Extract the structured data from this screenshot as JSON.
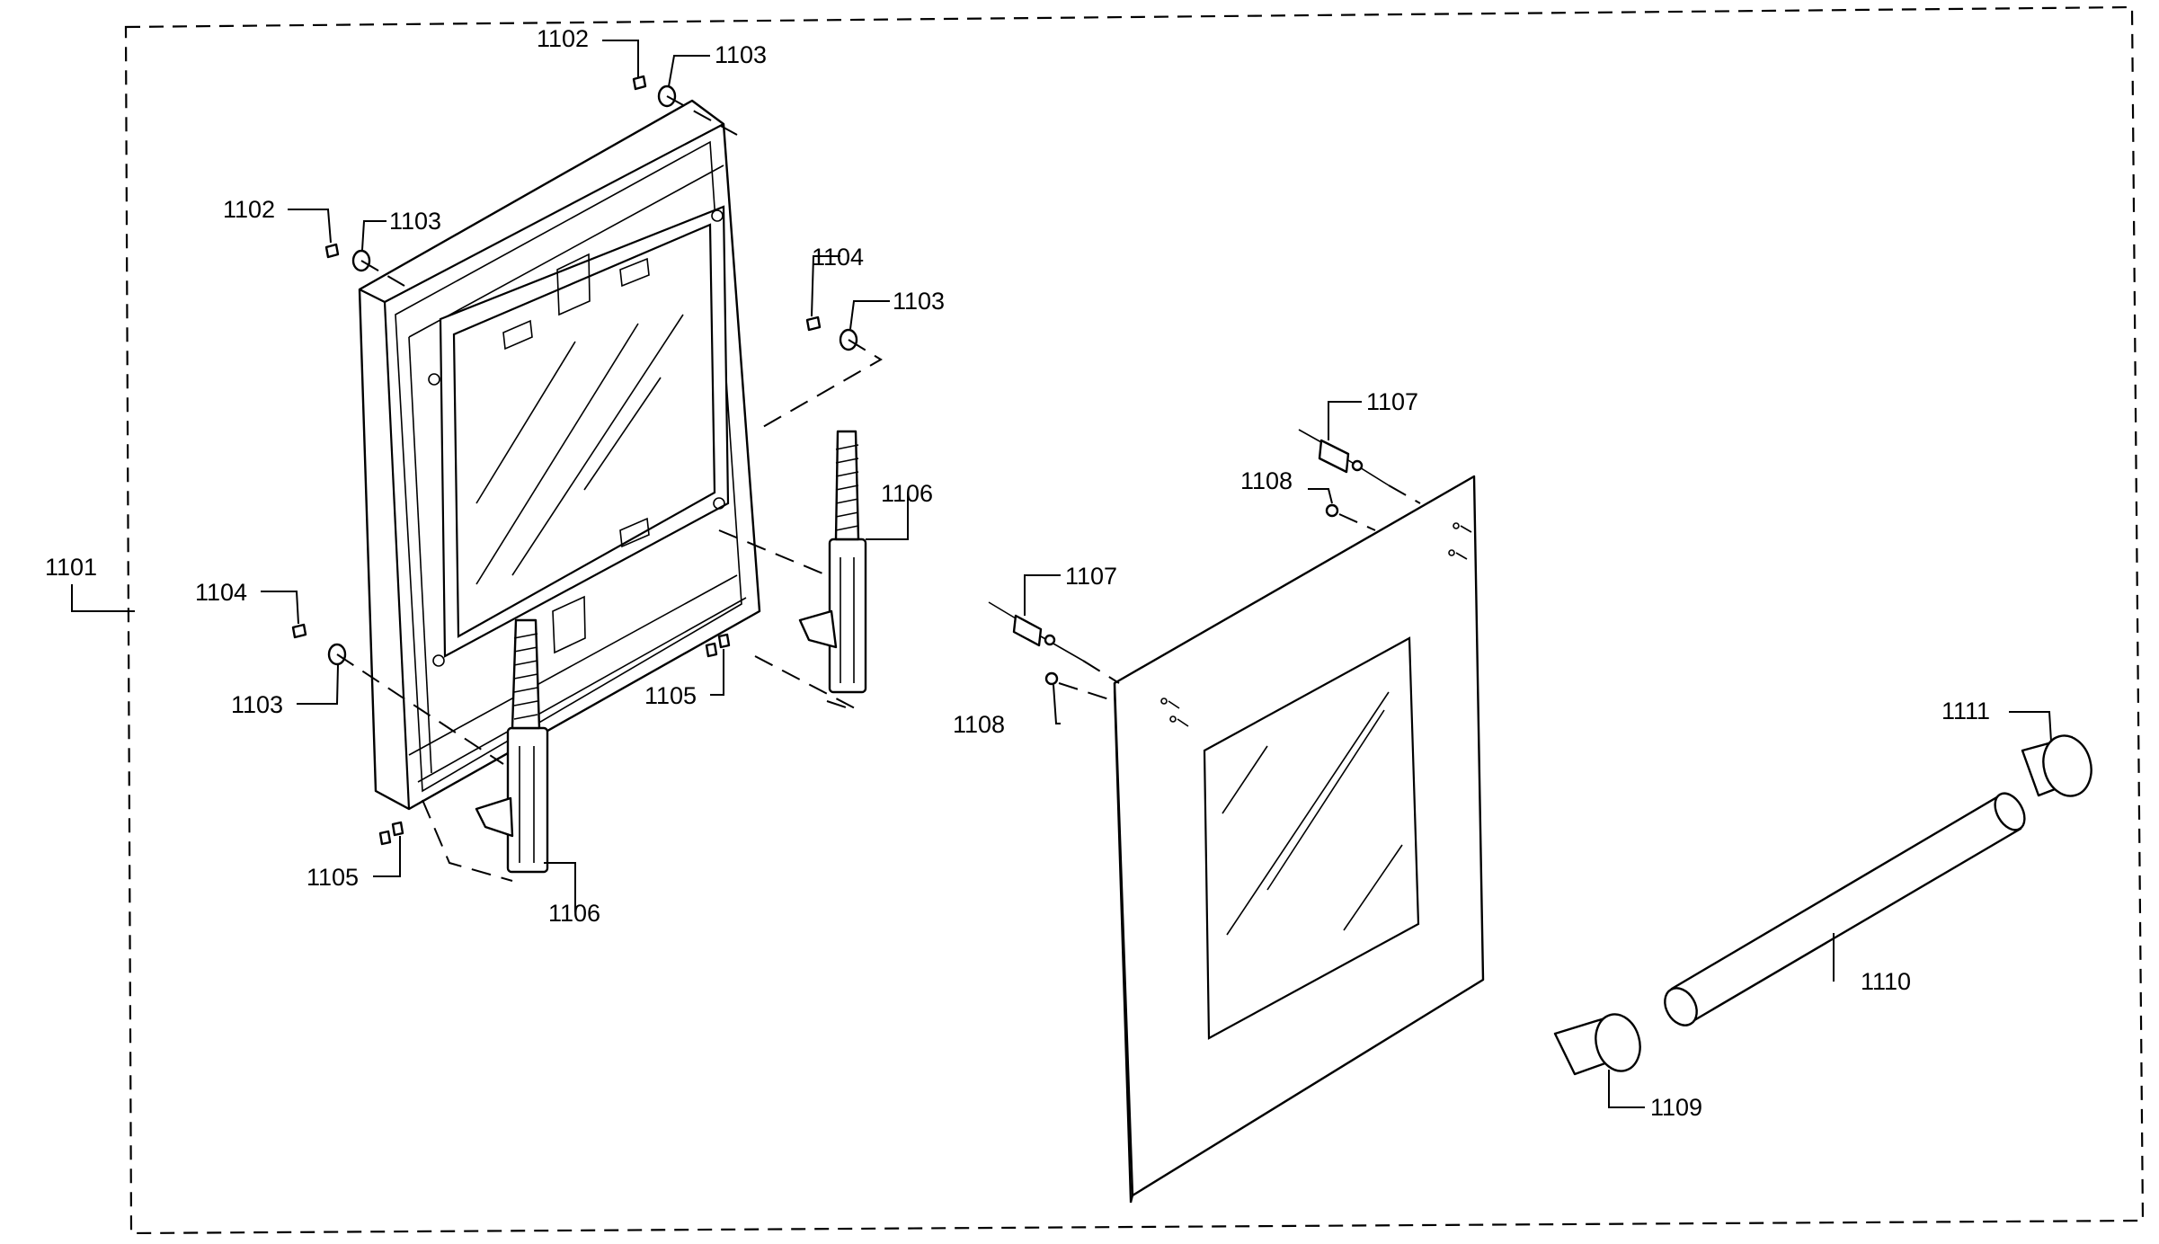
{
  "callouts": {
    "assembly": "1101",
    "screw_top": "1102",
    "washer_top": "1103",
    "screw_left": "1102",
    "washer_left": "1103",
    "bolt_right": "1104",
    "washer_right": "1103",
    "bolt_left": "1104",
    "washer_bottom_left": "1103",
    "screws_mid": "1105",
    "screws_bottom": "1105",
    "hinge_right": "1106",
    "hinge_bottom": "1106",
    "stud_top": "1107",
    "stud_left": "1107",
    "screw_door_top": "1108",
    "screw_door_left": "1108",
    "end_cap_left": "1109",
    "handle_bar": "1110",
    "end_cap_right": "1111"
  }
}
